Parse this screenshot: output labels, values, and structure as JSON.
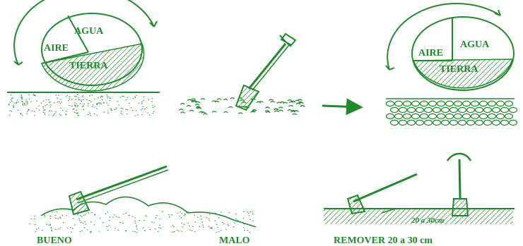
{
  "colors": {
    "ink": "#1f8a2a",
    "background": "#ffffff"
  },
  "pie_left": {
    "slices": {
      "agua": "AGUA",
      "aire": "AIRE",
      "tierra": "TIERRA"
    }
  },
  "pie_right": {
    "slices": {
      "agua": "AGUA",
      "aire": "AIRE",
      "tierra": "TIERRA"
    }
  },
  "bottom": {
    "bueno_label": "BUENO",
    "malo_label": "MALO",
    "remover_label": "REMOVER 20 a 30 cm",
    "depth_label": "20 a 30cm"
  }
}
